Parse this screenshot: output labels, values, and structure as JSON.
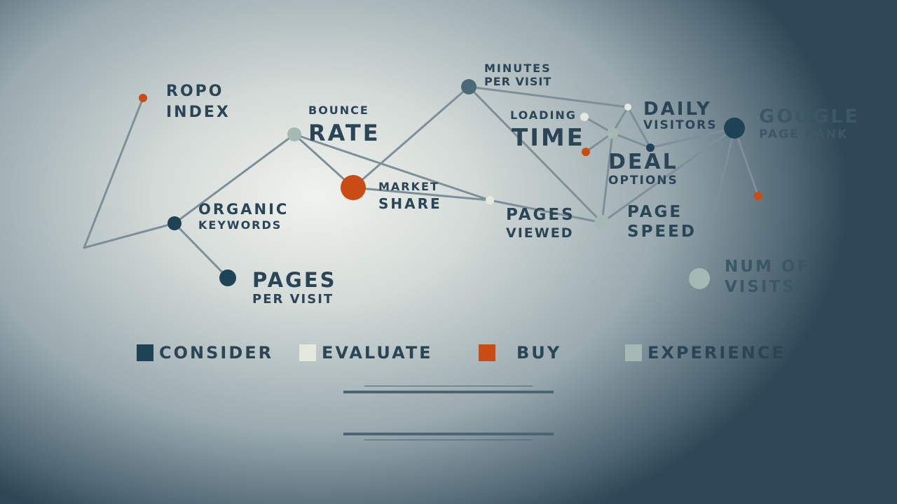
{
  "colors": {
    "consider": "#1f4356",
    "evaluate": "#e4e9dd",
    "buy": "#c84c14",
    "experience": "#a5b8b4",
    "edge": "#7d9099"
  },
  "nodes": {
    "ropo": {
      "label1": "ROPO",
      "label2": "INDEX",
      "category": "buy"
    },
    "bounce": {
      "label1": "BOUNCE",
      "label2": "RATE",
      "category": "experience"
    },
    "organic": {
      "label1": "ORGANIC",
      "label2": "KEYWORDS",
      "category": "consider"
    },
    "pages_visit": {
      "label1": "PAGES",
      "label2": "PER VISIT",
      "category": "consider"
    },
    "market": {
      "label1": "MARKET",
      "label2": "SHARE",
      "category": "buy"
    },
    "minutes": {
      "label1": "MINUTES",
      "label2": "PER VISIT",
      "category": "consider"
    },
    "loading": {
      "label1": "LOADING",
      "label2": "TIME",
      "category": "evaluate"
    },
    "daily": {
      "label1": "DAILY",
      "label2": "VISITORS",
      "category": "evaluate"
    },
    "deal": {
      "label1": "DEAL",
      "label2": "OPTIONS",
      "category": "consider"
    },
    "google": {
      "label1": "GOOGLE",
      "label2": "PAGE RANK",
      "category": "consider"
    },
    "pages_viewed": {
      "label1": "PAGES",
      "label2": "VIEWED",
      "category": "evaluate"
    },
    "speed": {
      "label1": "PAGE",
      "label2": "SPEED",
      "category": "experience"
    },
    "visits": {
      "label1": "NUM OF",
      "label2": "VISITS",
      "category": "experience"
    }
  },
  "legend": [
    {
      "key": "consider",
      "label": "CONSIDER"
    },
    {
      "key": "evaluate",
      "label": "EVALUATE"
    },
    {
      "key": "buy",
      "label": "BUY"
    },
    {
      "key": "experience",
      "label": "EXPERIENCE"
    }
  ]
}
